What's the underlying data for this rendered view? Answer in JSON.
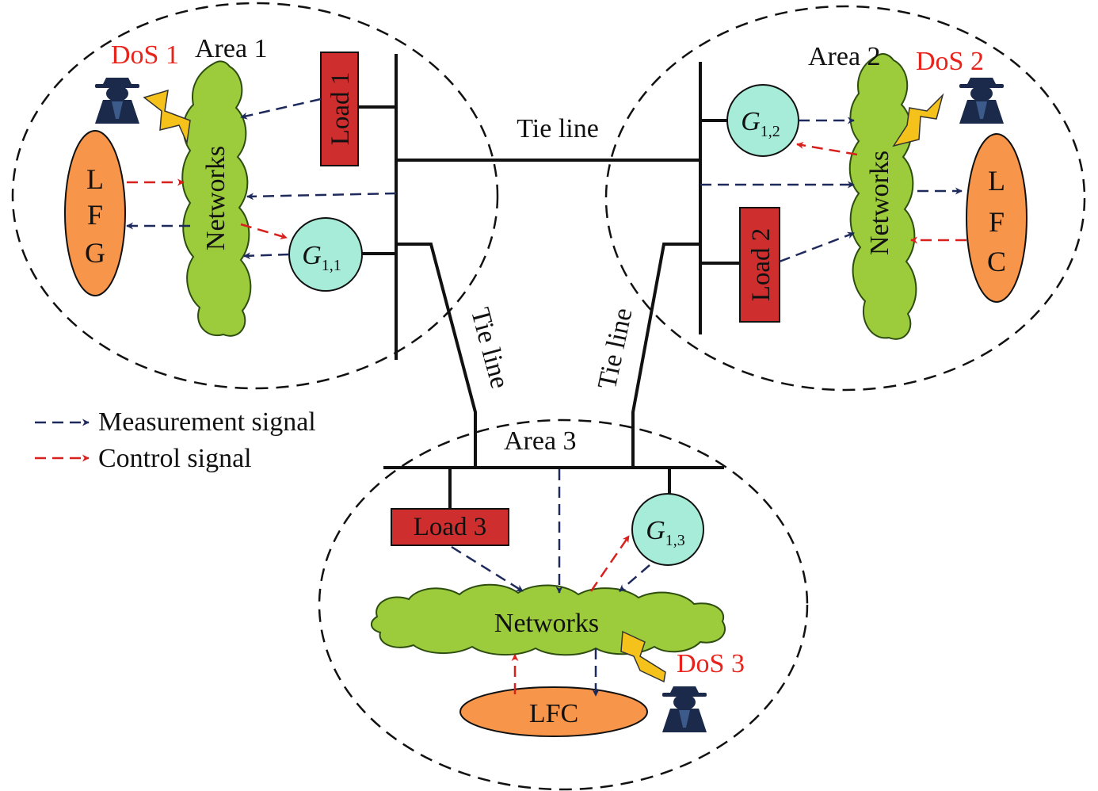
{
  "areas": {
    "area1": "Area 1",
    "area2": "Area 2",
    "area3": "Area 3"
  },
  "attacks": {
    "dos1": "DoS 1",
    "dos2": "DoS 2",
    "dos3": "DoS 3"
  },
  "networks": {
    "area1": "Networks",
    "area2": "Networks",
    "area3": "Networks"
  },
  "loads": {
    "load1": "Load 1",
    "load2": "Load 2",
    "load3": "Load 3"
  },
  "generators": {
    "g11": {
      "symbol": "G",
      "subscript": "1,1"
    },
    "g12": {
      "symbol": "G",
      "subscript": "1,2"
    },
    "g13": {
      "symbol": "G",
      "subscript": "1,3"
    }
  },
  "controllers": {
    "area1": [
      "L",
      "F",
      "G"
    ],
    "area2": [
      "L",
      "F",
      "C"
    ],
    "area3": "LFC"
  },
  "tie_lines": {
    "top": "Tie line",
    "left": "Tie line",
    "right": "Tie line"
  },
  "legend": {
    "measurement": "Measurement signal",
    "control": "Control signal"
  },
  "colors": {
    "measurement": "#1f2a5c",
    "control": "#d8201c",
    "attack_label": "#e8231b",
    "network_fill": "#9ccc3c",
    "controller_fill": "#f7954a",
    "generator_fill": "#a6ecd8",
    "load_fill": "#cf2e2e",
    "bolt": "#f5c21b",
    "hacker": "#1b2a4a"
  }
}
